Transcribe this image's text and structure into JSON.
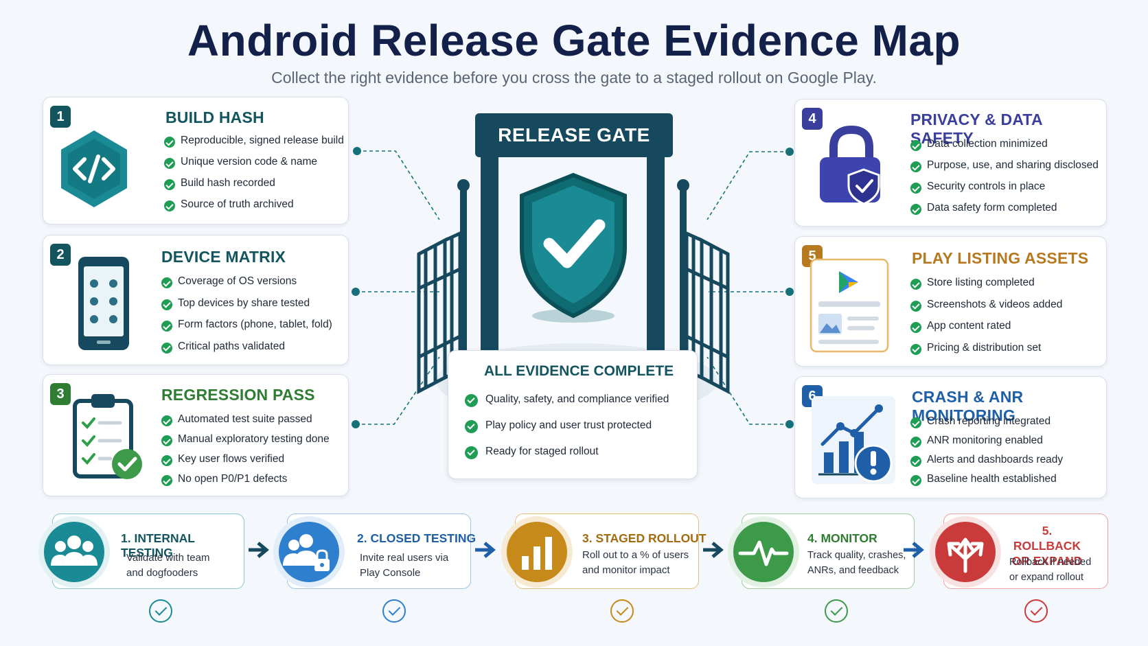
{
  "header": {
    "title": "Android Release Gate Evidence Map",
    "subtitle": "Collect the right evidence before you cross the gate to a staged rollout on Google Play."
  },
  "cards": [
    {
      "number": "1",
      "title": "BUILD HASH",
      "color": "#12555f",
      "icon": "code-hexagon-icon",
      "items": [
        "Reproducible, signed release build",
        "Unique version code & name",
        "Build hash recorded",
        "Source of truth archived"
      ]
    },
    {
      "number": "2",
      "title": "DEVICE MATRIX",
      "color": "#12555f",
      "icon": "smartphone-icon",
      "items": [
        "Coverage of OS versions",
        "Top devices by share tested",
        "Form factors (phone, tablet, fold)",
        "Critical paths validated"
      ]
    },
    {
      "number": "3",
      "title": "REGRESSION PASS",
      "color": "#2e7d32",
      "icon": "clipboard-check-icon",
      "items": [
        "Automated test suite passed",
        "Manual exploratory testing done",
        "Key user flows verified",
        "No open P0/P1 defects"
      ]
    },
    {
      "number": "4",
      "title": "PRIVACY & DATA SAFETY",
      "color": "#3a3f9e",
      "icon": "padlock-shield-icon",
      "items": [
        "Data collection minimized",
        "Purpose, use, and sharing disclosed",
        "Security controls in place",
        "Data safety form completed"
      ]
    },
    {
      "number": "5",
      "title": "PLAY LISTING ASSETS",
      "color": "#b7791f",
      "icon": "play-store-listing-icon",
      "items": [
        "Store listing completed",
        "Screenshots & videos added",
        "App content rated",
        "Pricing & distribution set"
      ]
    },
    {
      "number": "6",
      "title": "CRASH & ANR MONITORING",
      "color": "#1f5fa8",
      "icon": "chart-alert-icon",
      "items": [
        "Crash reporting integrated",
        "ANR monitoring enabled",
        "Alerts and dashboards ready",
        "Baseline health established"
      ]
    }
  ],
  "gate": {
    "label": "RELEASE GATE",
    "complete_title": "ALL EVIDENCE COMPLETE",
    "complete_items": [
      "Quality, safety, and compliance verified",
      "Play policy and user trust protected",
      "Ready for staged rollout"
    ]
  },
  "steps": [
    {
      "title": "1. INTERNAL TESTING",
      "desc": [
        "Validate with team",
        "and dogfooders"
      ],
      "color": "#1a8a94",
      "icon": "team-icon"
    },
    {
      "title": "2. CLOSED TESTING",
      "desc": [
        "Invite real users via",
        "Play Console"
      ],
      "color": "#2f7fcf",
      "icon": "users-lock-icon"
    },
    {
      "title": "3. STAGED ROLLOUT",
      "desc": [
        "Roll out to a % of users",
        "and monitor impact"
      ],
      "color": "#c58a1a",
      "icon": "bar-chart-icon"
    },
    {
      "title": "4. MONITOR",
      "desc": [
        "Track quality, crashes,",
        "ANRs, and feedback"
      ],
      "color": "#3d9a48",
      "icon": "heartbeat-icon"
    },
    {
      "title": [
        "5. ROLLBACK",
        "OR EXPAND"
      ],
      "desc": [
        "Rollback if needed",
        "or expand rollout"
      ],
      "color": "#c93a3a",
      "icon": "split-arrows-icon"
    }
  ]
}
